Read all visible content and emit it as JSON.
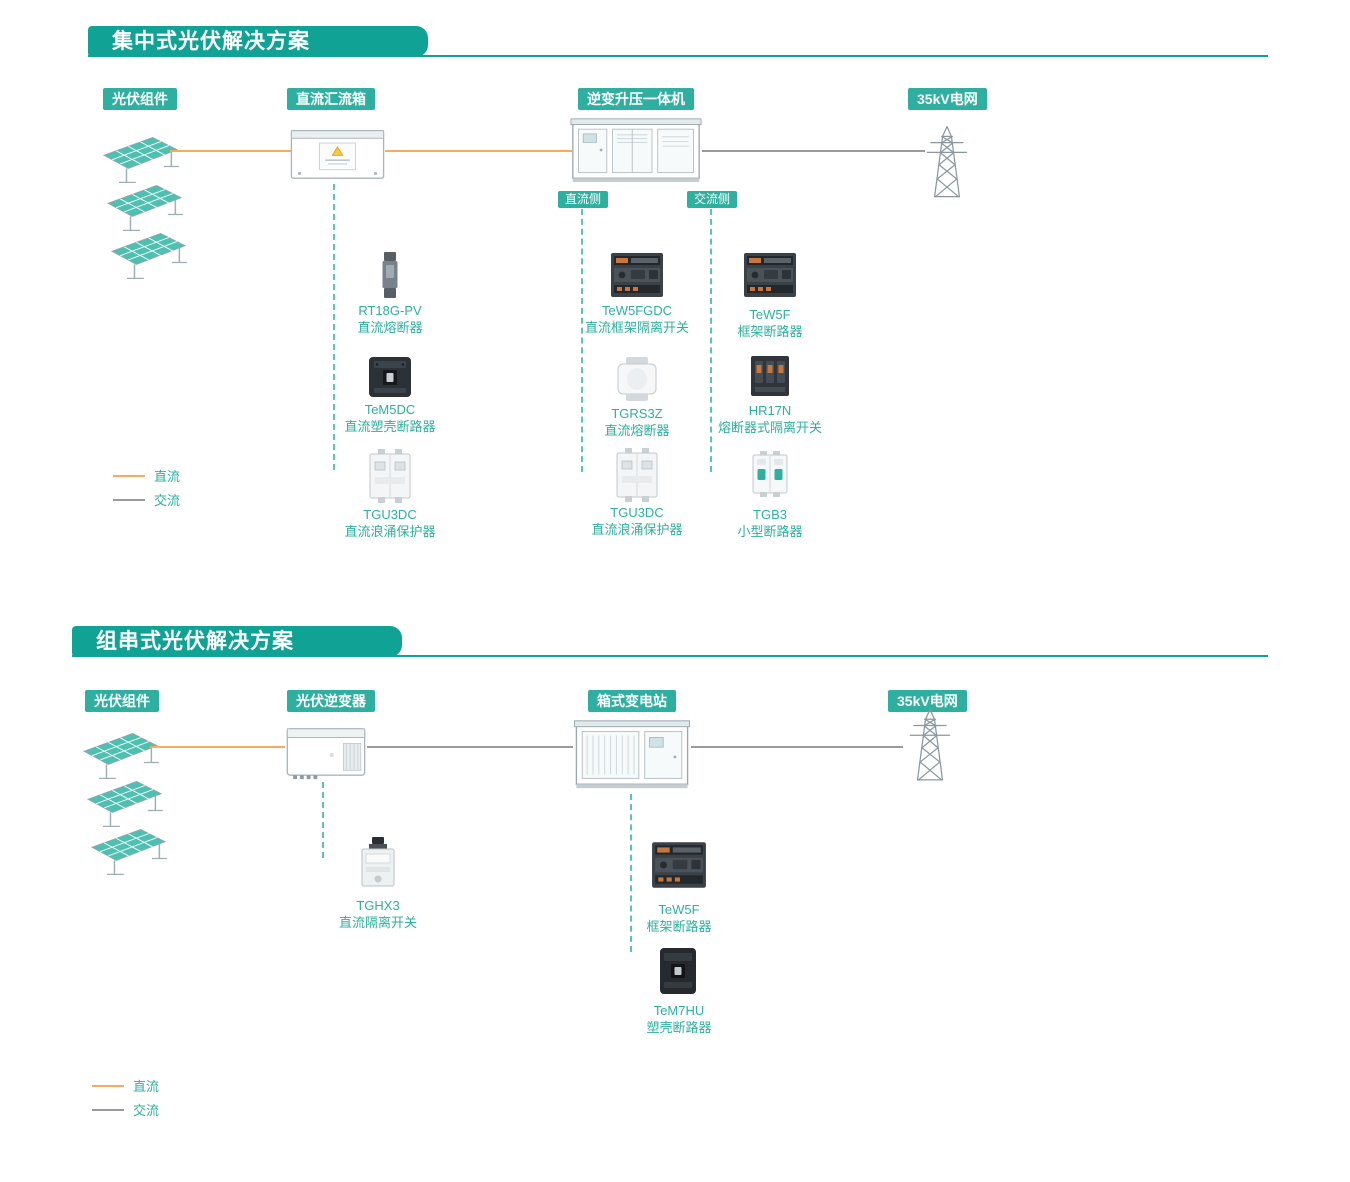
{
  "colors": {
    "banner_teal": "#10A395",
    "badge_teal": "#2FAF9F",
    "label_teal": "#2FAF9F",
    "dc_line_orange": "#F5AC60",
    "ac_line_gray": "#9B9B9B",
    "panel_teal": "#4CC0B1"
  },
  "sections": [
    {
      "title": "集中式光伏解决方案",
      "headers": [
        "光伏组件",
        "直流汇流箱",
        "逆变升压一体机",
        "35kV电网"
      ],
      "side_labels": {
        "dc": "直流侧",
        "ac": "交流侧"
      },
      "columns": [
        {
          "products": [
            {
              "name": "RT18G-PV",
              "desc": "直流熔断器"
            },
            {
              "name": "TeM5DC",
              "desc": "直流塑壳断路器"
            },
            {
              "name": "TGU3DC",
              "desc": "直流浪涌保护器"
            }
          ]
        },
        {
          "products": [
            {
              "name": "TeW5FGDC",
              "desc": "直流框架隔离开关"
            },
            {
              "name": "TGRS3Z",
              "desc": "直流熔断器"
            },
            {
              "name": "TGU3DC",
              "desc": "直流浪涌保护器"
            }
          ]
        },
        {
          "products": [
            {
              "name": "TeW5F",
              "desc": "框架断路器"
            },
            {
              "name": "HR17N",
              "desc": "熔断器式隔离开关"
            },
            {
              "name": "TGB3",
              "desc": "小型断路器"
            }
          ]
        }
      ],
      "legend": {
        "dc": "直流",
        "ac": "交流"
      }
    },
    {
      "title": "组串式光伏解决方案",
      "headers": [
        "光伏组件",
        "光伏逆变器",
        "箱式变电站",
        "35kV电网"
      ],
      "columns": [
        {
          "products": [
            {
              "name": "TGHX3",
              "desc": "直流隔离开关"
            }
          ]
        },
        {
          "products": [
            {
              "name": "TeW5F",
              "desc": "框架断路器"
            },
            {
              "name": "TeM7HU",
              "desc": "塑壳断路器"
            }
          ]
        }
      ],
      "legend": {
        "dc": "直流",
        "ac": "交流"
      }
    }
  ]
}
